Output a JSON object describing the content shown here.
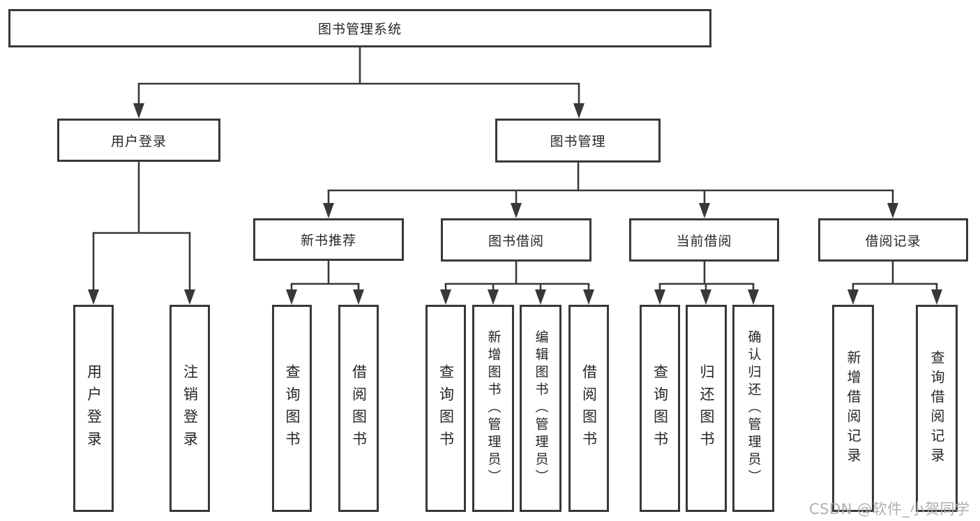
{
  "tree": {
    "label": "图书管理系统",
    "children": [
      {
        "label": "用户登录",
        "children": [
          {
            "label": "用户登录"
          },
          {
            "label": "注销登录"
          }
        ]
      },
      {
        "label": "图书管理",
        "children": [
          {
            "label": "新书推荐",
            "children": [
              {
                "label": "查询图书"
              },
              {
                "label": "借阅图书"
              }
            ]
          },
          {
            "label": "图书借阅",
            "children": [
              {
                "label": "查询图书"
              },
              {
                "label": "新增图书（管理员）"
              },
              {
                "label": "编辑图书（管理员）"
              },
              {
                "label": "借阅图书"
              }
            ]
          },
          {
            "label": "当前借阅",
            "children": [
              {
                "label": "查询图书"
              },
              {
                "label": "归还图书"
              },
              {
                "label": "确认归还（管理员）"
              }
            ]
          },
          {
            "label": "借阅记录",
            "children": [
              {
                "label": "新增借阅记录"
              },
              {
                "label": "查询借阅记录"
              }
            ]
          }
        ]
      }
    ]
  },
  "watermark": {
    "text": "CSDN @软件_小贺同学"
  },
  "colors": {
    "line": "#383838",
    "border": "#383838",
    "text": "#262626",
    "background": "#ffffff",
    "watermark": "#acacac"
  }
}
